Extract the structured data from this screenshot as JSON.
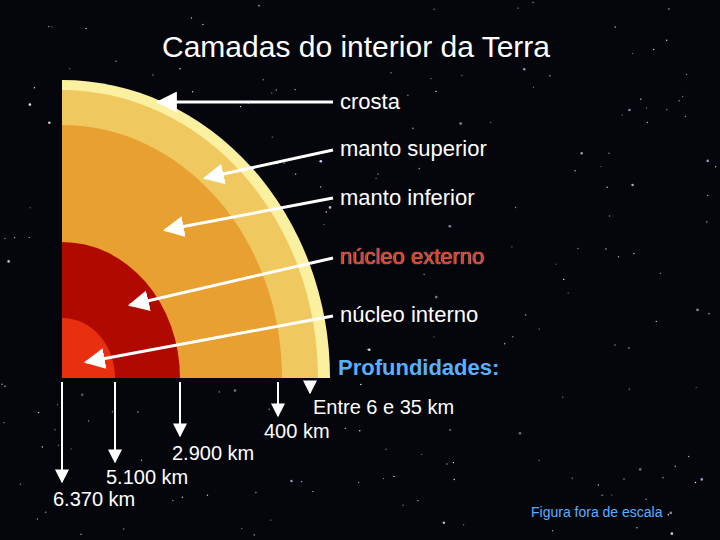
{
  "diagram": {
    "title": "Camadas do interior da Terra",
    "labels": [
      "crosta",
      "manto superior",
      "manto inferior",
      "núcleo externo",
      "núcleo interno",
      "Profundidades:",
      "Entre 6 e 35 km",
      "400 km",
      "2.900 km",
      "5.100 km",
      "6.370 km",
      "Figura fora de escala"
    ]
  }
}
